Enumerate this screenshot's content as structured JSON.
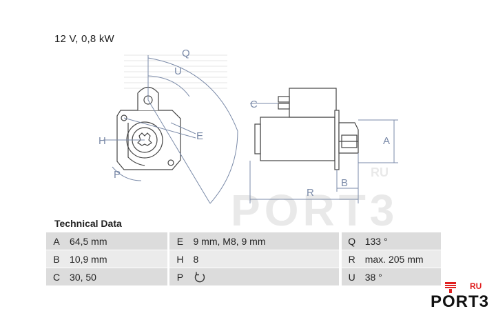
{
  "heading": "12 V, 0,8 kW",
  "section_title": "Technical Data",
  "drawing_labels": {
    "q": "Q",
    "u": "U",
    "h": "H",
    "e": "E",
    "p": "P",
    "c": "C",
    "a": "A",
    "b": "B",
    "r": "R"
  },
  "spec_rows": [
    [
      {
        "k": "A",
        "v": "64,5 mm"
      },
      {
        "k": "E",
        "v": "9 mm, M8, 9 mm"
      },
      {
        "k": "Q",
        "v": "133 °"
      }
    ],
    [
      {
        "k": "B",
        "v": "10,9 mm"
      },
      {
        "k": "H",
        "v": "8"
      },
      {
        "k": "R",
        "v": "max. 205 mm"
      }
    ],
    [
      {
        "k": "C",
        "v": "30, 50"
      },
      {
        "k": "P",
        "v": ""
      },
      {
        "k": "U",
        "v": "38 °"
      }
    ]
  ],
  "watermark": "PORT3",
  "watermark_ru": "RU",
  "logo": {
    "text": "PORT3",
    "ru": "RU",
    "accent": "#e02020"
  },
  "colors": {
    "drawing": "#444444",
    "dimension": "#7a8aa8",
    "row_dark": "#dcdcdc",
    "row_light": "#ebebeb"
  }
}
